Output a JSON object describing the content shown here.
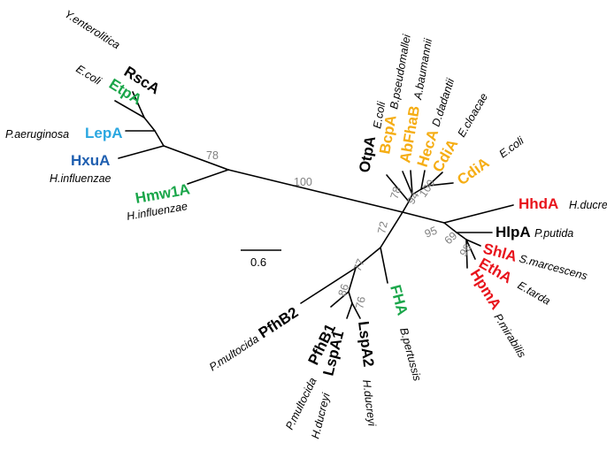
{
  "colors": {
    "black": "#000000",
    "green": "#1aa64a",
    "light_blue": "#2aa7e0",
    "dark_blue": "#1f5fb0",
    "orange": "#f5ad14",
    "red": "#e8141c",
    "bootstrap": "#808080"
  },
  "proteins": [
    {
      "id": "rsca",
      "name": "RscA",
      "organism": "Y.enterolitica",
      "color": "black"
    },
    {
      "id": "etpa",
      "name": "EtpA",
      "organism": "E.coli",
      "color": "green"
    },
    {
      "id": "lepa",
      "name": "LepA",
      "organism": "P.aeruginosa",
      "color": "light_blue"
    },
    {
      "id": "hxua",
      "name": "HxuA",
      "organism": "H.influenzae",
      "color": "dark_blue"
    },
    {
      "id": "hmw1a",
      "name": "Hmw1A",
      "organism": "H.influenzae",
      "color": "green"
    },
    {
      "id": "otpa",
      "name": "OtpA",
      "organism": "E.coli",
      "color": "black"
    },
    {
      "id": "bcpa",
      "name": "BcpA",
      "organism": "B.pseudomallei",
      "color": "orange"
    },
    {
      "id": "abfhab",
      "name": "AbFhaB",
      "organism": "A.baumannii",
      "color": "orange"
    },
    {
      "id": "heca",
      "name": "HecA",
      "organism": "D.dadantii",
      "color": "orange"
    },
    {
      "id": "cdia1",
      "name": "CdiA",
      "organism": "E.cloacae",
      "color": "orange"
    },
    {
      "id": "cdia2",
      "name": "CdiA",
      "organism": "E.coli",
      "color": "orange"
    },
    {
      "id": "hhda",
      "name": "HhdA",
      "organism": "H.ducreyi",
      "color": "red"
    },
    {
      "id": "hlpa",
      "name": "HlpA",
      "organism": "P.putida",
      "color": "black"
    },
    {
      "id": "shla",
      "name": "ShlA",
      "organism": "S.marcescens",
      "color": "red"
    },
    {
      "id": "etha",
      "name": "EthA",
      "organism": "E.tarda",
      "color": "red"
    },
    {
      "id": "hpma",
      "name": "HpmA",
      "organism": "P.mirabilis",
      "color": "red"
    },
    {
      "id": "fha",
      "name": "FHA",
      "organism": "B.pertussis",
      "color": "green"
    },
    {
      "id": "lspa2",
      "name": "LspA2",
      "organism": "H.ducreyi",
      "color": "black"
    },
    {
      "id": "lspa1",
      "name": "LspA1",
      "organism": "H.ducreyi",
      "color": "black"
    },
    {
      "id": "pfhb1",
      "name": "PfhB1",
      "organism": "P.multocida",
      "color": "black"
    },
    {
      "id": "pfhb2",
      "name": "PfhB2",
      "organism": "P.multocida",
      "color": "black"
    }
  ],
  "bootstrap_values": [
    "78",
    "100",
    "72",
    "78",
    "94",
    "100",
    "95",
    "69",
    "98",
    "77",
    "86",
    "76"
  ],
  "scale_bar_label": "0.6"
}
